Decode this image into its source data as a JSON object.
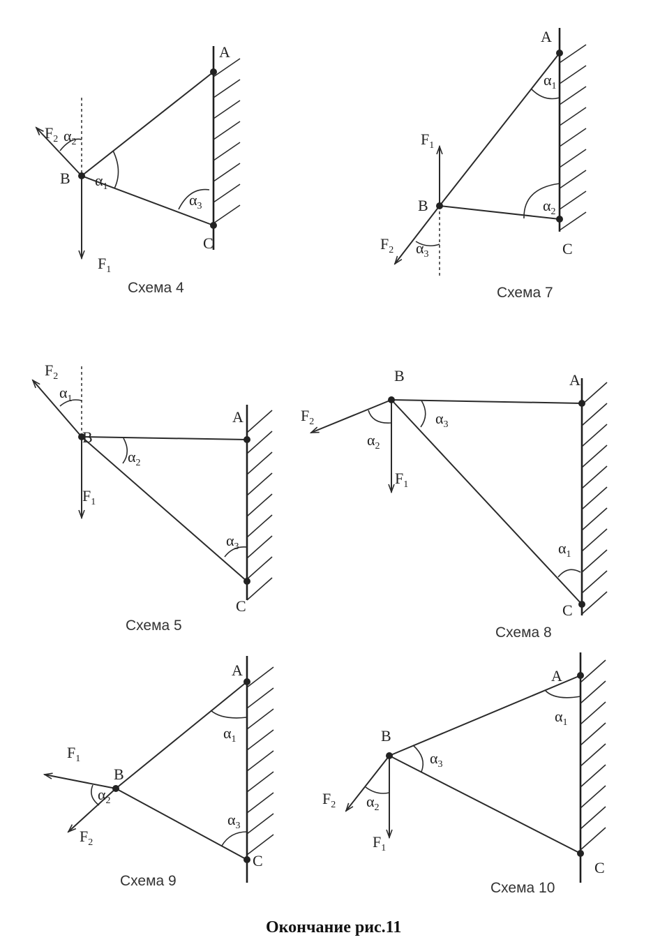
{
  "figure_title": "Окончание рис.11",
  "point_labels": {
    "A": "A",
    "B": "B",
    "C": "C"
  },
  "force_labels": {
    "F": "F",
    "one": "1",
    "two": "2"
  },
  "angle_labels": {
    "alpha": "α",
    "one": "1",
    "two": "2",
    "three": "3"
  },
  "schemes": [
    {
      "caption": "Схема 4"
    },
    {
      "caption": "Схема 7"
    },
    {
      "caption": "Схема 5"
    },
    {
      "caption": "Схема 8"
    },
    {
      "caption": "Схема 9"
    },
    {
      "caption": "Схема 10"
    }
  ]
}
